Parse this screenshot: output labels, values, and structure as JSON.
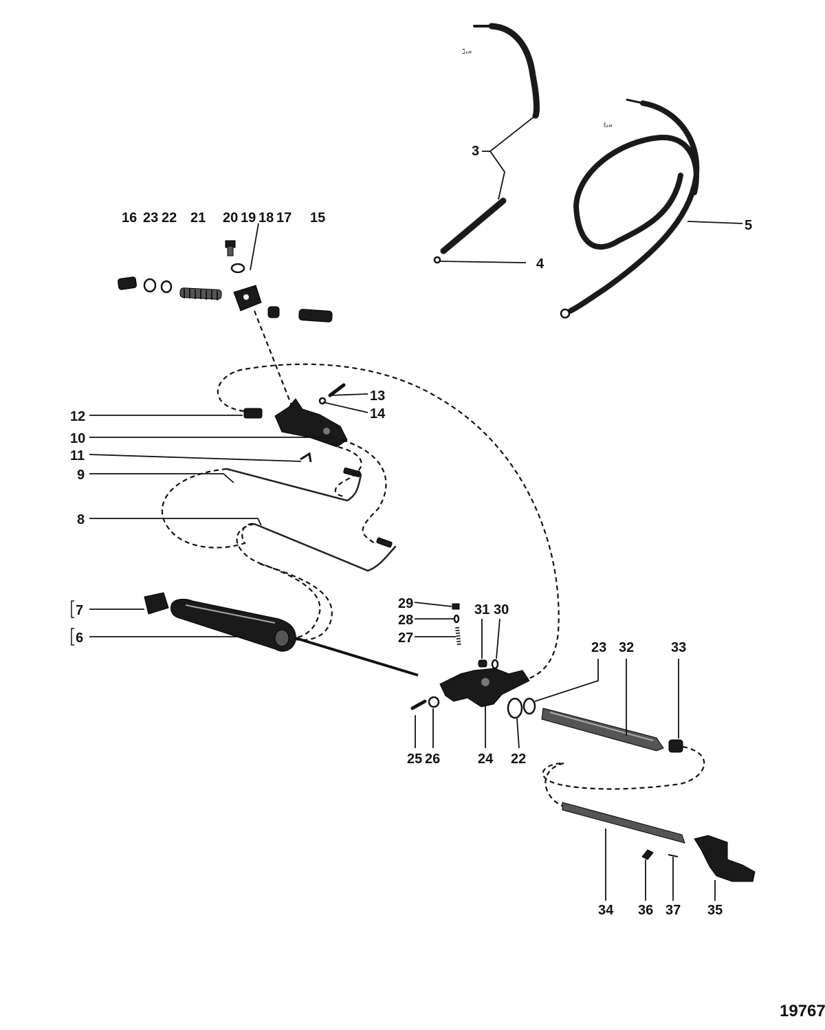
{
  "diagram_number": "19767",
  "callouts": {
    "c3": "3",
    "c4": "4",
    "c5": "5",
    "c16": "16",
    "c23a": "23",
    "c22a": "22",
    "c21": "21",
    "c20": "20",
    "c19": "19",
    "c18": "18",
    "c17": "17",
    "c15": "15",
    "c13": "13",
    "c14": "14",
    "c12": "12",
    "c10": "10",
    "c11": "11",
    "c9": "9",
    "c8": "8",
    "c7": "7",
    "c6": "6",
    "c29": "29",
    "c28": "28",
    "c27": "27",
    "c31": "31",
    "c30": "30",
    "c23b": "23",
    "c32": "32",
    "c33": "33",
    "c25": "25",
    "c26": "26",
    "c24": "24",
    "c22b": "22",
    "c34": "34",
    "c36": "36",
    "c37": "37",
    "c35": "35"
  }
}
